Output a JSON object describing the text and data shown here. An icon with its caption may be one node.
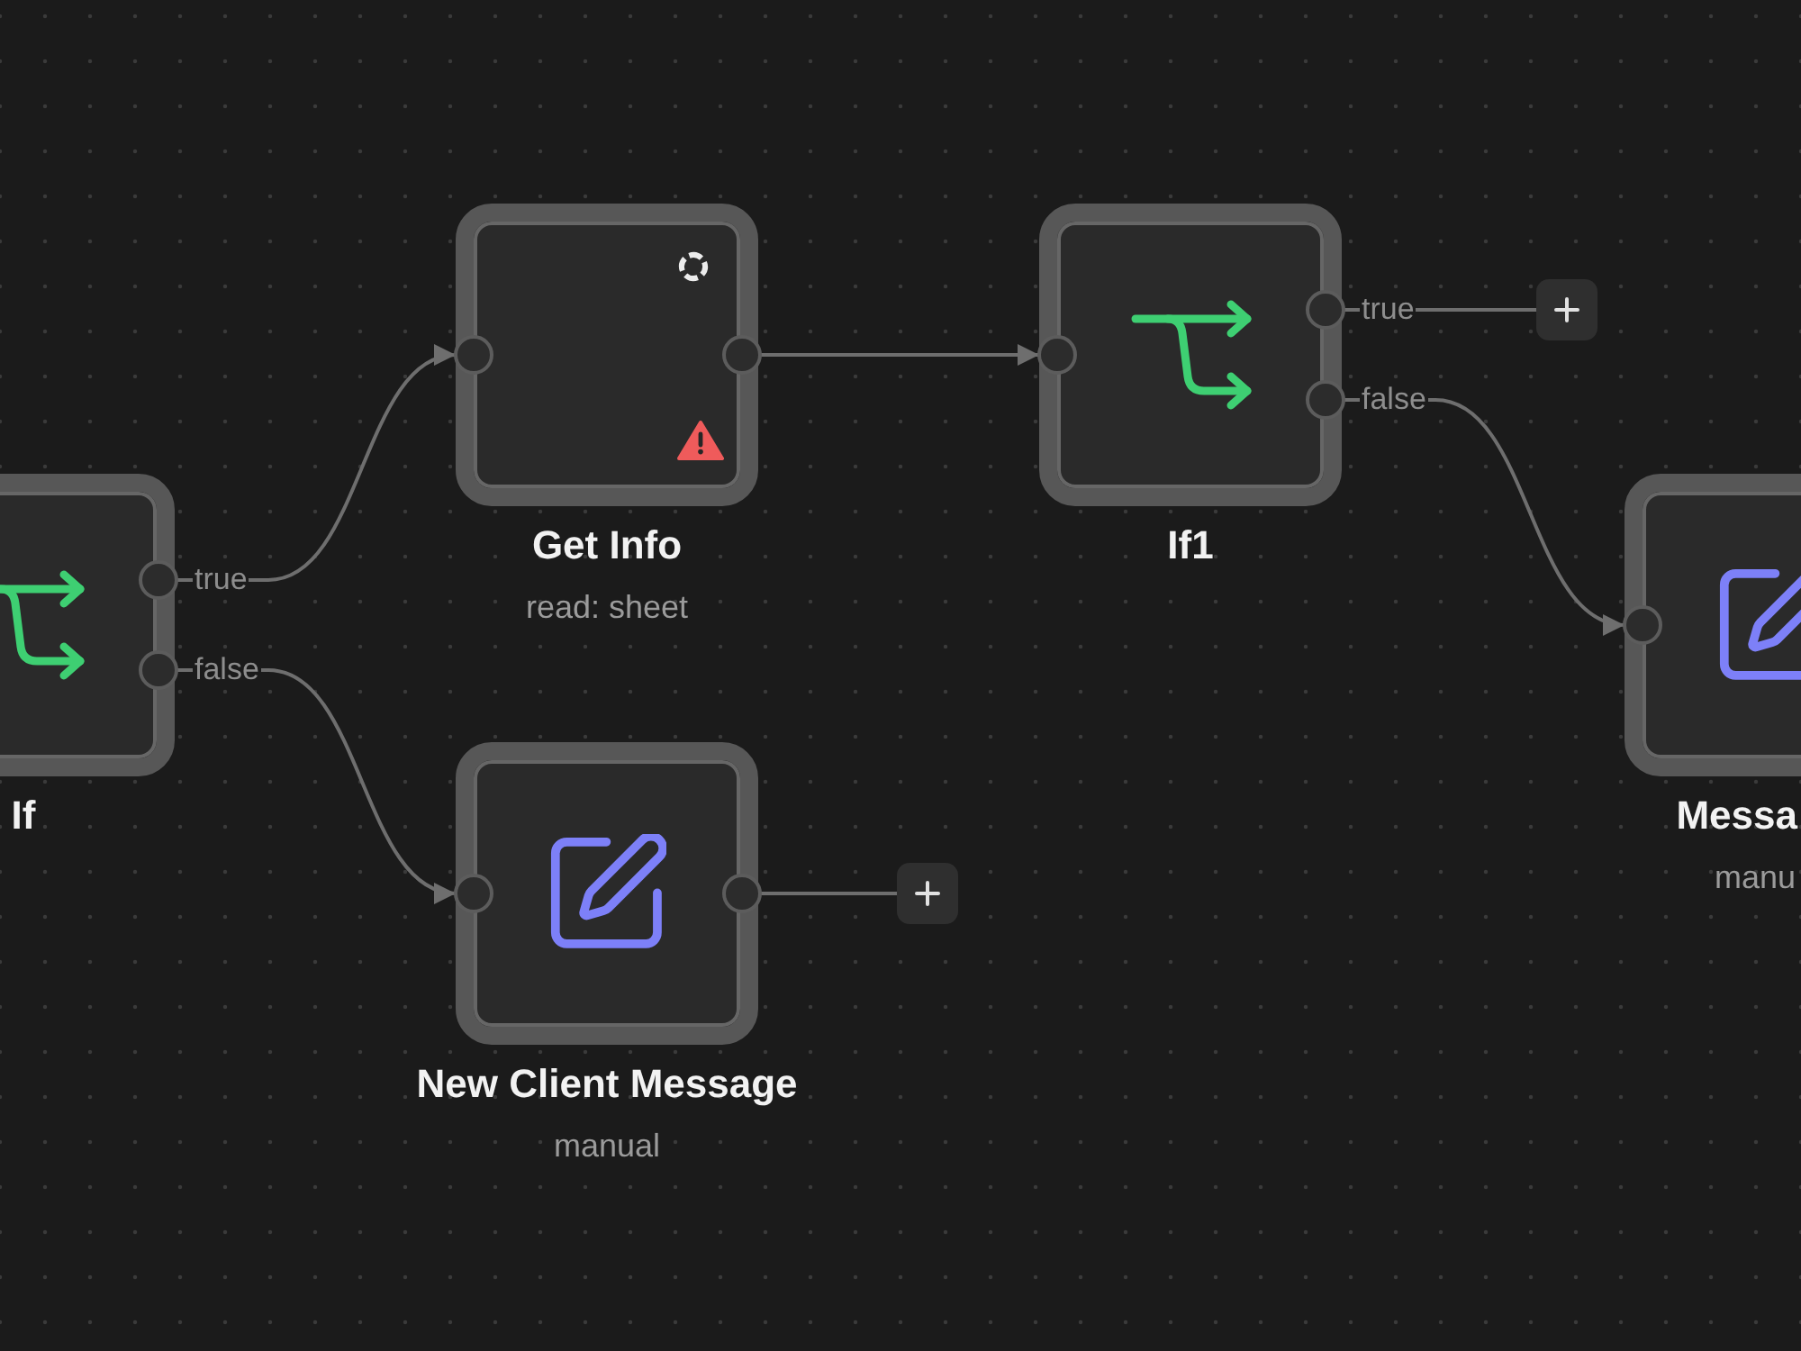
{
  "diagram": {
    "nodes": [
      {
        "text": [
          "If"
        ]
      },
      {
        "text": [
          "Get Info",
          "read: sheet"
        ]
      },
      {
        "text": [
          "If1"
        ]
      },
      {
        "text": [],
        "shape": "box"
      },
      {
        "text": [
          "Messa",
          "manu"
        ]
      },
      {
        "text": [
          "New Client Message",
          "manual"
        ]
      },
      {
        "text": [],
        "shape": "box"
      }
    ],
    "edges": [
      {
        "from": 0,
        "to": 1,
        "arrow": "to",
        "label": "true"
      },
      {
        "from": 0,
        "to": 5,
        "arrow": "to",
        "label": "false"
      },
      {
        "from": 1,
        "to": 2,
        "arrow": "to"
      },
      {
        "from": 2,
        "to": 3,
        "arrow": "none",
        "label": "true"
      },
      {
        "from": 2,
        "to": 4,
        "arrow": "to",
        "label": "false"
      },
      {
        "from": 5,
        "to": 6,
        "arrow": "none"
      }
    ]
  }
}
